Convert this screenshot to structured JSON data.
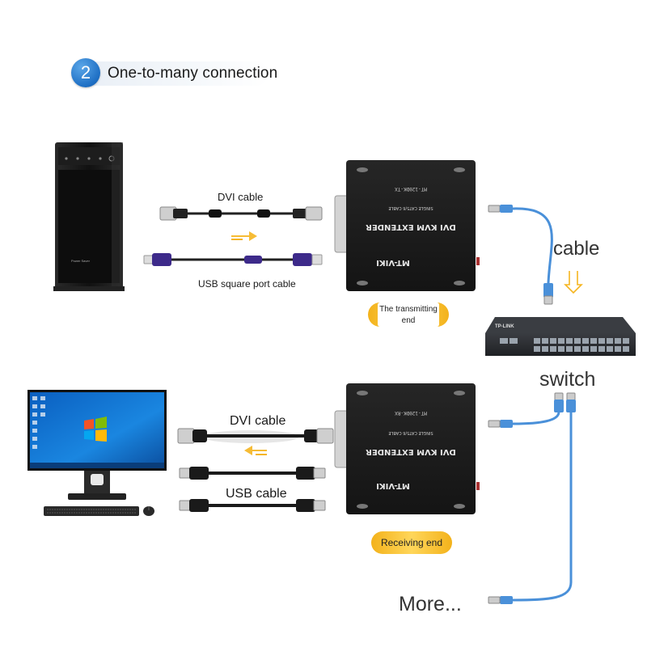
{
  "header": {
    "step_number": "2",
    "title": "One-to-many connection"
  },
  "labels": {
    "dvi_cable_top": "DVI cable",
    "usb_cable_top": "USB square port cable",
    "tx_tag": "The transmitting end",
    "cable": "cable",
    "switch": "switch",
    "dvi_cable_bottom": "DVI cable",
    "usb_cable_bottom": "USB cable",
    "rx_tag": "Receiving end",
    "more": "More..."
  },
  "devices": {
    "tx_brand": "MT-VIKI",
    "tx_product": "DVI KVM EXTENDER",
    "tx_sub": "SINGLE CAT5/6 CABLE",
    "tx_model": "MT-120DK-TX",
    "rx_brand": "MT-VIKI",
    "rx_product": "DVI KVM EXTENDER",
    "rx_sub": "SINGLE CAT5/6 CABLE",
    "rx_model": "MT-120DK-RX",
    "switch_brand": "TP-LINK",
    "pc_tag": "Power Saver"
  },
  "colors": {
    "accent_blue": "#1e6fc4",
    "tag_yellow": "#f5b520",
    "cable_blue": "#4a90d9",
    "box_black": "#1c1c1c"
  }
}
